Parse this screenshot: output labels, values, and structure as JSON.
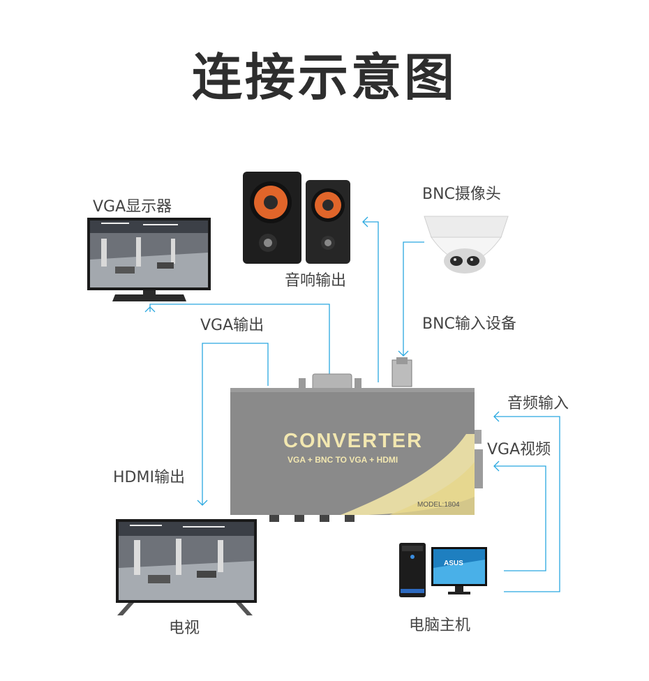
{
  "title": "连接示意图",
  "labels": {
    "vga_monitor": "VGA显示器",
    "speaker_out": "音响输出",
    "bnc_camera": "BNC摄像头",
    "vga_out": "VGA输出",
    "bnc_in": "BNC输入设备",
    "audio_in": "音频输入",
    "vga_video": "VGA视频",
    "hdmi_out": "HDMI输出",
    "tv": "电视",
    "pc": "电脑主机"
  },
  "device": {
    "brand": "CONVERTER",
    "subtitle": "VGA + BNC TO VGA + HDMI",
    "model": "MODEL:1804"
  },
  "pc_screen_brand": "ASUS",
  "colors": {
    "wire": "#29a8e0",
    "device_body": "#8a8a8a",
    "device_text": "#f2e7b0",
    "swoosh": "#efe3a6"
  }
}
